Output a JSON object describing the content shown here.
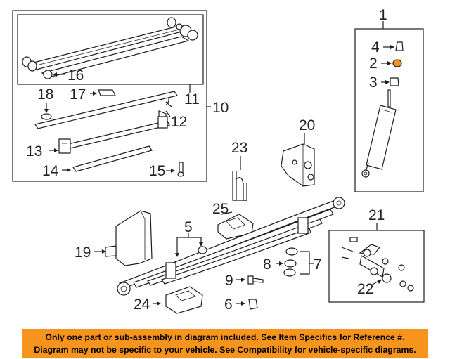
{
  "callouts": {
    "c1": "1",
    "c2": "2",
    "c3": "3",
    "c4": "4",
    "c5": "5",
    "c6": "6",
    "c7": "7",
    "c8": "8",
    "c9": "9",
    "c10": "10",
    "c11": "11",
    "c12": "12",
    "c13": "13",
    "c14": "14",
    "c15": "15",
    "c16": "16",
    "c17": "17",
    "c18": "18",
    "c19": "19",
    "c20": "20",
    "c21": "21",
    "c22": "22",
    "c23": "23",
    "c24": "24",
    "c25": "25"
  },
  "highlight_color": "#f7941d",
  "banner": {
    "line1": "Only one part or sub-assembly in diagram included. See Item Specifics for Reference #.",
    "line2": "Diagram may not be specific to your vehicle. See Compatibility for vehicle-specific diagrams."
  }
}
